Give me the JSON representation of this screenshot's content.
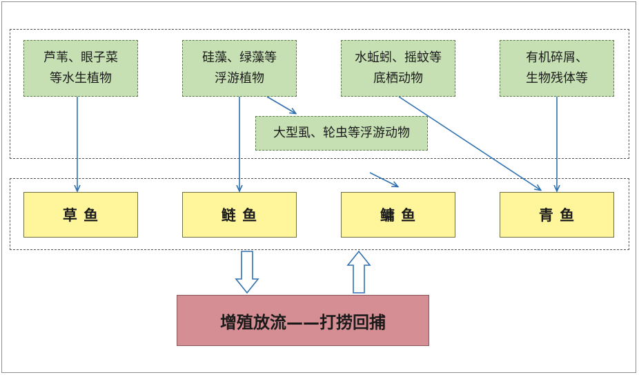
{
  "food_sources": [
    {
      "id": "reed",
      "text": "芦苇、眼子菜\n等水生植物"
    },
    {
      "id": "algae",
      "text": "硅藻、绿藻等\n浮游植物"
    },
    {
      "id": "worms",
      "text": "水蚯蚓、摇蚊等\n底栖动物"
    },
    {
      "id": "detritus",
      "text": "有机碎屑、\n生物残体等"
    },
    {
      "id": "zooplankton",
      "text": "大型虱、轮虫等浮游动物"
    }
  ],
  "fish": [
    {
      "id": "grass-carp",
      "label": "草 鱼"
    },
    {
      "id": "silver-carp",
      "label": "鲢 鱼"
    },
    {
      "id": "bighead-carp",
      "label": "鳙 鱼"
    },
    {
      "id": "black-carp",
      "label": "青 鱼"
    }
  ],
  "policy": {
    "label": "增殖放流——打捞回捕"
  },
  "colors": {
    "food_fill": "#c6e0b4",
    "fish_fill": "#fff59a",
    "policy_fill": "#d58e94",
    "arrow": "#2e6fb0"
  }
}
